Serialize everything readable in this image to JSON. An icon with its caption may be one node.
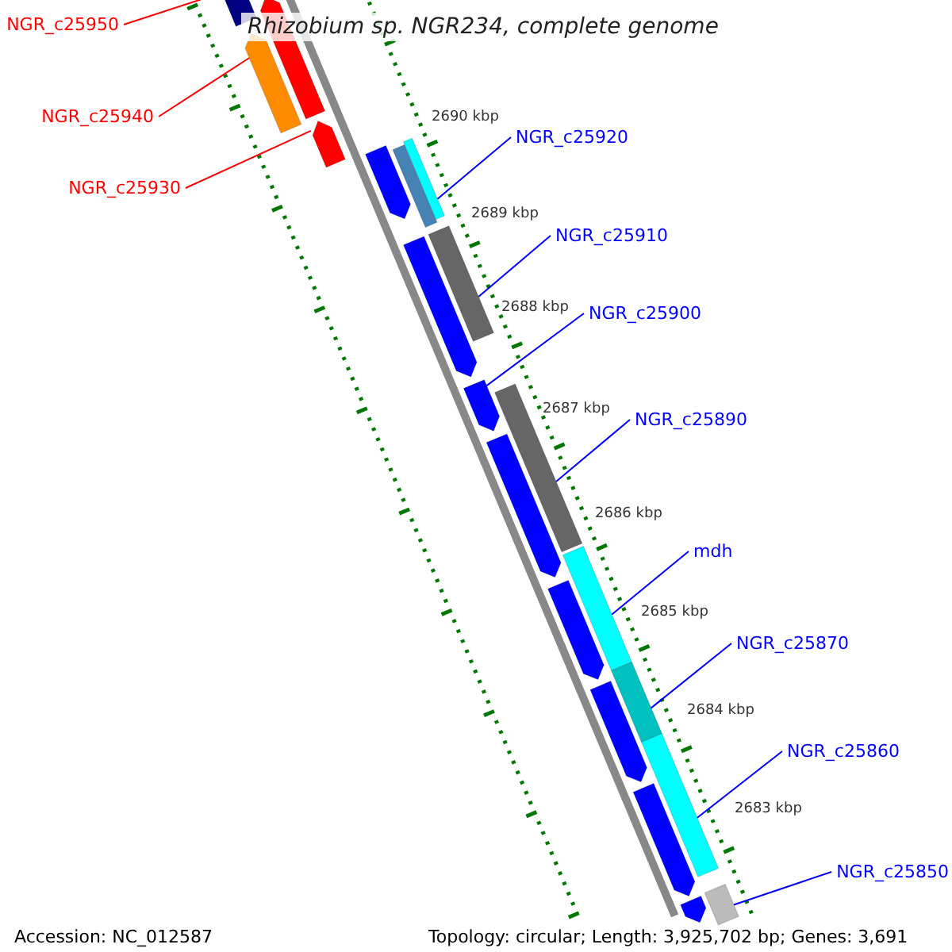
{
  "diagram": {
    "title": "Rhizobium sp. NGR234, complete genome",
    "nodes": [
      {
        "text": [
          "NGR_c25950"
        ]
      },
      {
        "text": [
          "NGR_c25940"
        ]
      },
      {
        "text": [
          "NGR_c25930"
        ]
      },
      {
        "text": [
          "NGR_c25920"
        ]
      },
      {
        "text": [
          "NGR_c25910"
        ]
      },
      {
        "text": [
          "NGR_c25900"
        ]
      },
      {
        "text": [
          "NGR_c25890"
        ]
      },
      {
        "text": [
          "mdh"
        ]
      },
      {
        "text": [
          "NGR_c25870"
        ]
      },
      {
        "text": [
          "NGR_c25860"
        ]
      },
      {
        "text": [
          "NGR_c25850"
        ]
      },
      {
        "text": [],
        "shape": "pentagon"
      },
      {
        "text": [],
        "shape": "pentagon"
      },
      {
        "text": [],
        "shape": "pentagon"
      },
      {
        "text": [],
        "shape": "pentagon"
      },
      {
        "text": [],
        "shape": "pentagon"
      },
      {
        "text": [],
        "shape": "bar"
      },
      {
        "text": [],
        "shape": "bar"
      },
      {
        "text": [],
        "shape": "pentagon"
      },
      {
        "text": [],
        "shape": "bar"
      },
      {
        "text": [],
        "shape": "pentagon"
      },
      {
        "text": [],
        "shape": "bar"
      },
      {
        "text": [],
        "shape": "pentagon"
      },
      {
        "text": [],
        "shape": "bar"
      },
      {
        "text": [],
        "shape": "pentagon"
      },
      {
        "text": [],
        "shape": "bar"
      },
      {
        "text": [],
        "shape": "pentagon"
      },
      {
        "text": [],
        "shape": "bar"
      },
      {
        "text": [],
        "shape": "pentagon"
      },
      {
        "text": [],
        "shape": "bar"
      },
      {
        "text": [],
        "shape": "pentagon"
      }
    ],
    "edges": [
      {
        "from": 0,
        "to": 11,
        "arrow": "none",
        "color": "#ff0000"
      },
      {
        "from": 1,
        "to": 13,
        "arrow": "none",
        "color": "#ff0000"
      },
      {
        "from": 2,
        "to": 14,
        "arrow": "none",
        "color": "#ff0000"
      },
      {
        "from": 3,
        "to": 16,
        "arrow": "none"
      },
      {
        "from": 4,
        "to": 19,
        "arrow": "none"
      },
      {
        "from": 5,
        "to": 20,
        "arrow": "none"
      },
      {
        "from": 6,
        "to": 21,
        "arrow": "none"
      },
      {
        "from": 7,
        "to": 23,
        "arrow": "none"
      },
      {
        "from": 8,
        "to": 25,
        "arrow": "none"
      },
      {
        "from": 9,
        "to": 27,
        "arrow": "none"
      },
      {
        "from": 10,
        "to": 29,
        "arrow": "none"
      }
    ],
    "labels": [
      "2690 kbp",
      "2689 kbp",
      "2688 kbp",
      "2687 kbp",
      "2686 kbp",
      "2685 kbp",
      "2684 kbp",
      "2683 kbp",
      "Accession: NC_012587",
      "Topology: circular; Length: 3,925,702 bp; Genes: 3,691"
    ]
  }
}
